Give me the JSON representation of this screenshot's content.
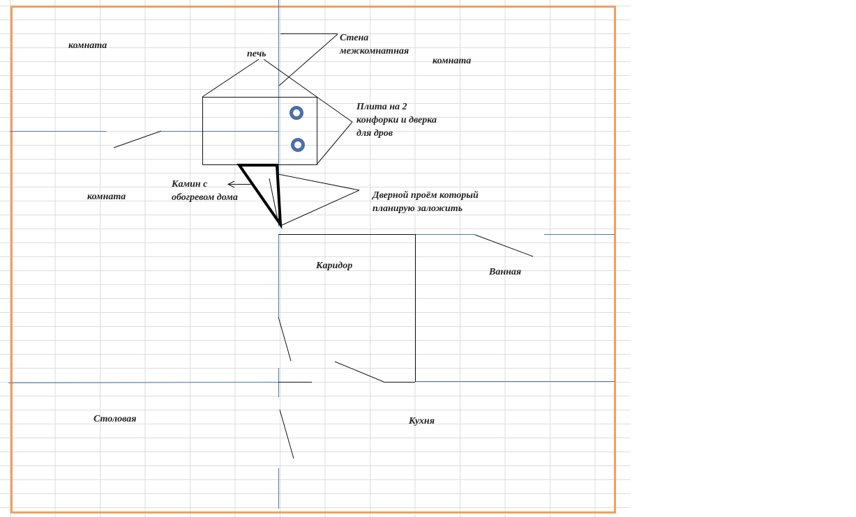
{
  "labels": {
    "room_top_left": "комната",
    "stove": "печь",
    "wall_line1": "Стена",
    "wall_line2": "межкомнатная",
    "room_top_right": "комната",
    "hob_line1": "Плита на 2",
    "hob_line2": "конфорки и дверка",
    "hob_line3": "для дров",
    "fireplace_line1": "Камин с",
    "fireplace_line2": "обогревом дома",
    "room_left": "комната",
    "doorway_line1": "Дверной проём который",
    "doorway_line2": "планирую заложить",
    "corridor": "Каридор",
    "bathroom": "Ванная",
    "dining_room": "Столовая",
    "kitchen": "Кухня"
  },
  "colors": {
    "border": "#f0a060",
    "wall": "#4f76a8",
    "burner": "#4a6fa8"
  }
}
